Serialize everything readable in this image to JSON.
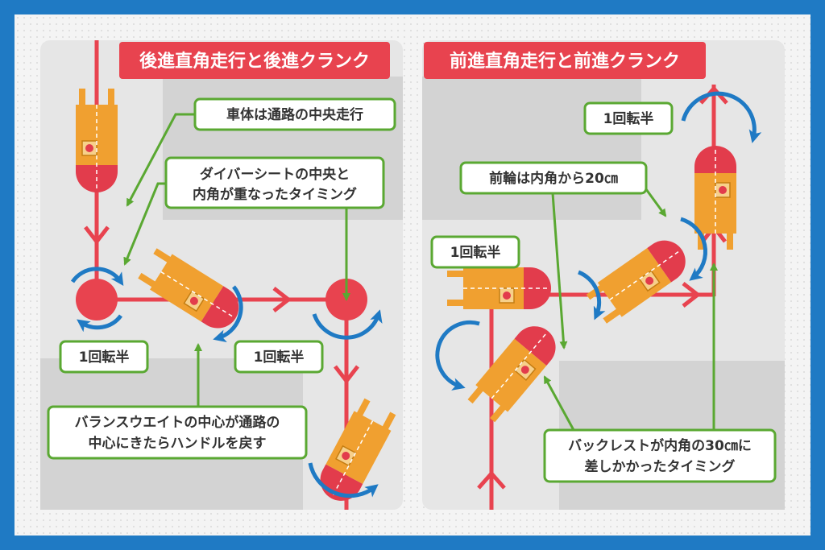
{
  "colors": {
    "frame": "#1f7ac4",
    "panel": "#e6e6e6",
    "block": "#d3d3d3",
    "path": "#e8434f",
    "callout_border": "#5aa832",
    "rotation_arrow": "#1f7ac4",
    "chair_body": "#f0a030",
    "wheel": "#e23c4c"
  },
  "left_panel": {
    "title": "後進直角走行と後進クランク",
    "callouts": {
      "center_travel": "車体は通路の中央走行",
      "timing_line1": "ダイバーシートの中央と",
      "timing_line2": "内角が重なったタイミング",
      "balance_line1": "バランスウエイトの中心が通路の",
      "balance_line2": "中心にきたらハンドルを戻す"
    },
    "turn_label_1": "1回転半",
    "turn_label_2": "1回転半"
  },
  "right_panel": {
    "title": "前進直角走行と前進クランク",
    "callouts": {
      "front_wheel": "前輪は内角から20㎝",
      "backrest_line1": "バックレストが内角の30㎝に",
      "backrest_line2": "差しかかったタイミング"
    },
    "turn_label_1": "1回転半",
    "turn_label_2": "1回転半"
  }
}
